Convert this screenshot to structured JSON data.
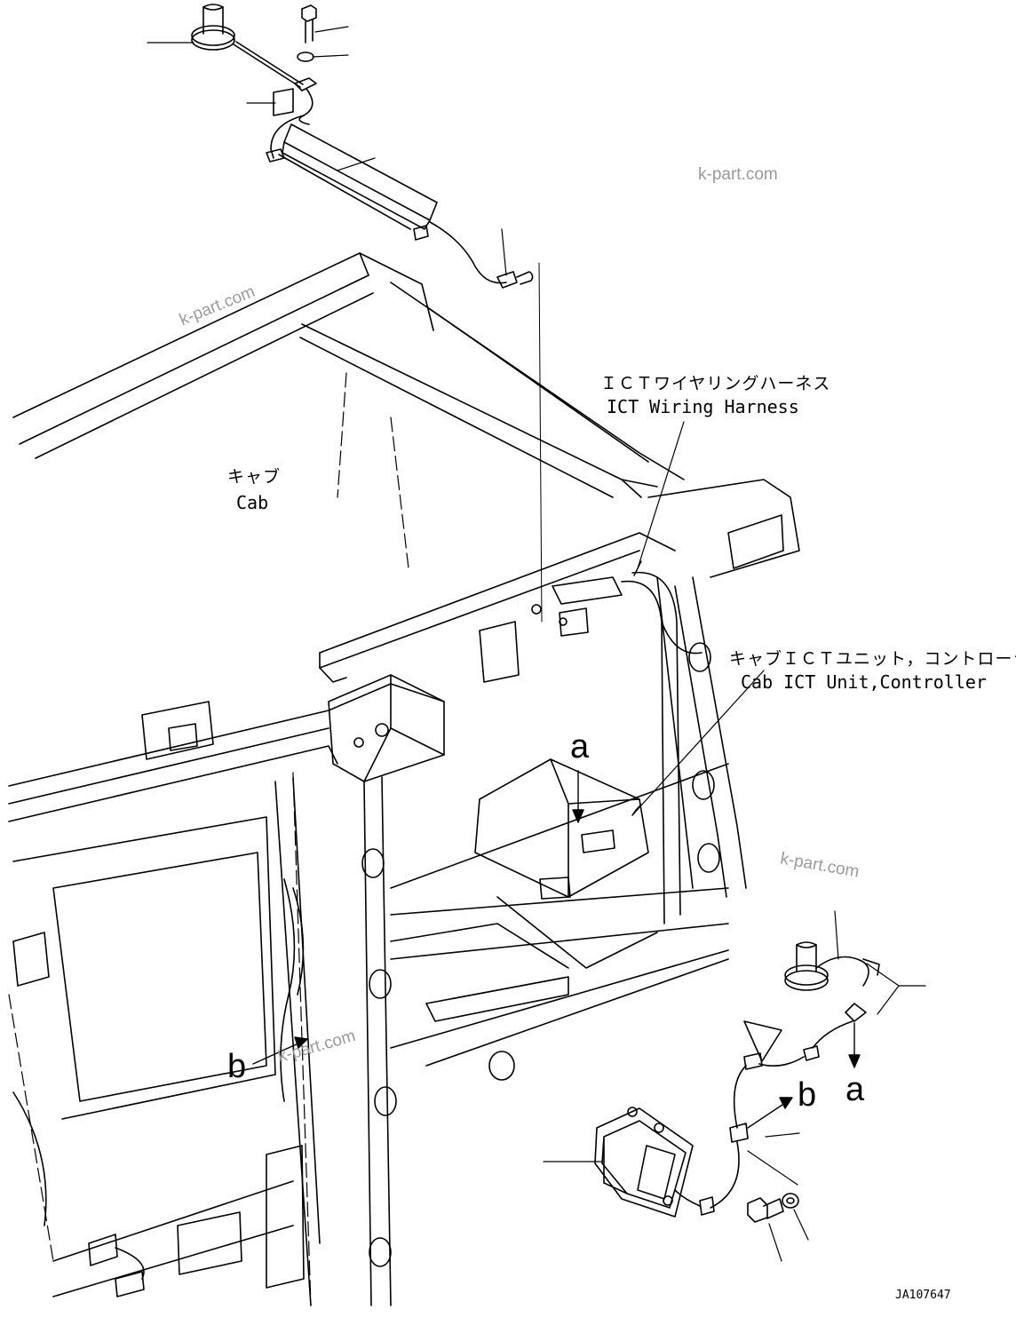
{
  "labels": {
    "cab_jp": "キャブ",
    "cab_en": "Cab",
    "harness_jp": "ＩＣＴワイヤリングハーネス",
    "harness_en": "ICT Wiring Harness",
    "unit_jp": "キャブＩＣＴユニット，コントローラ",
    "unit_en": "Cab ICT Unit,Controller",
    "view_a_top": "a",
    "view_a_detail": "a",
    "view_b_main": "b",
    "view_b_detail": "b"
  },
  "watermark": "k-part.com",
  "drawing_code": "JA107647",
  "colors": {
    "line": "#000000",
    "watermark": "#9a9a9a"
  }
}
